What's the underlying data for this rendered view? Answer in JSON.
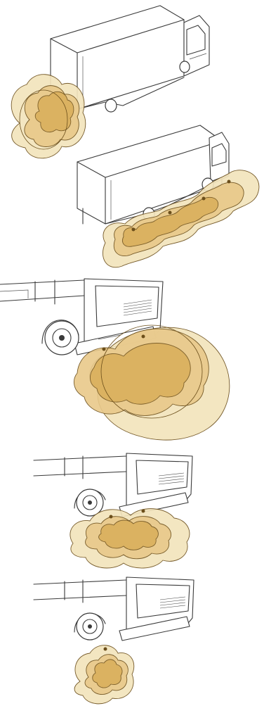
{
  "colors": {
    "zone_outer": "#F3E4BC",
    "zone_mid": "#E9C98A",
    "zone_inner": "#D9AE5A",
    "zone_stroke": "#6B4E1A",
    "line": "#3A3A3A",
    "background": "#FFFFFF"
  },
  "panels": [
    {
      "id": "truck-rear-corner-sensors",
      "icon": "truck-rear-view-icon"
    },
    {
      "id": "truck-side-sensors",
      "icon": "truck-side-view-icon"
    },
    {
      "id": "truck-front-large-zone",
      "icon": "truck-front-view-icon"
    },
    {
      "id": "truck-front-medium-zone",
      "icon": "truck-front-view-icon"
    },
    {
      "id": "truck-front-small-zone",
      "icon": "truck-front-view-icon"
    }
  ]
}
